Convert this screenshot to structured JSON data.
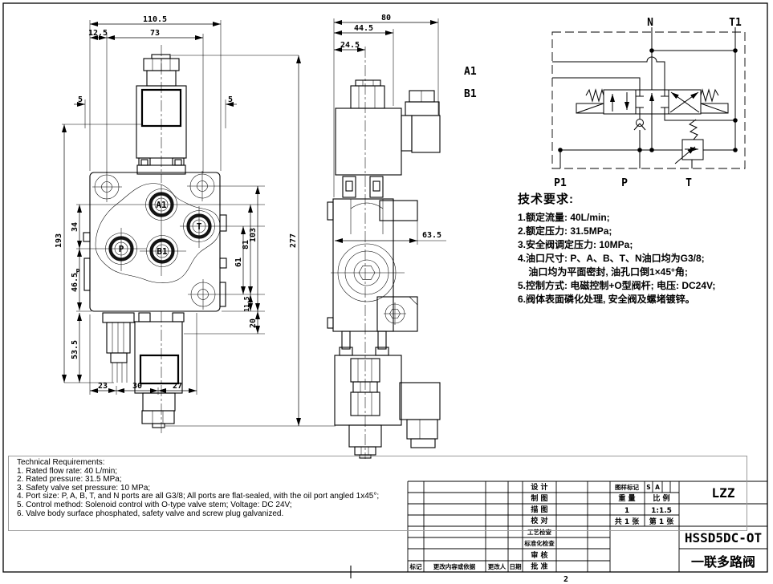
{
  "drawing": {
    "front_dims": {
      "overall_w": "110.5",
      "hole_offset": "12.5",
      "hole_span": "73",
      "gap_left": "5",
      "gap_right": "5",
      "d34": "34",
      "d193": "193",
      "d46_5": "46.5",
      "d53_5": "53.5",
      "d23": "23",
      "d30": "30",
      "d27": "27",
      "d61": "61",
      "d81": "81",
      "d103": "103",
      "d11_5": "11.5",
      "d20": "20"
    },
    "front_ports": {
      "a1": "A1",
      "t": "T",
      "p": "P",
      "b1": "B1",
      "p_side": "P"
    },
    "side_dims": {
      "d80": "80",
      "d44_5": "44.5",
      "d24_5": "24.5",
      "d277": "277",
      "d63_5": "63.5"
    },
    "work_ports": {
      "a1": "A1",
      "b1": "B1"
    },
    "schematic": {
      "n": "N",
      "t1": "T1",
      "p1": "P1",
      "p": "P",
      "t": "T"
    }
  },
  "tech_cn": {
    "title": "技术要求:",
    "lines": [
      "1.额定流量: 40L/min;",
      "2.额定压力: 31.5MPa;",
      "3.安全阀调定压力: 10MPa;",
      "4.油口尺寸: P、A、B、T、N油口均为G3/8;",
      "    油口均为平面密封, 油孔口倒1×45°角;",
      "5.控制方式: 电磁控制+O型阀杆; 电压: DC24V;",
      "6.阀体表面磷化处理, 安全阀及螺堵镀锌。"
    ]
  },
  "tech_en": {
    "title": "Technical Requirements:",
    "lines": [
      "1. Rated flow rate: 40 L/min;",
      "2. Rated pressure: 31.5 MPa;",
      "3. Safety valve set pressure: 10 MPa;",
      "4. Port size: P, A, B, T, and N ports are all G3/8; All ports are flat-sealed, with the oil port angled 1x45°;",
      "5. Control method: Solenoid control with O-type valve stem; Voltage: DC 24V;",
      "6. Valve body surface phosphated, safety valve and screw plug galvanized."
    ]
  },
  "title_block": {
    "rows": [
      "设  计",
      "制  图",
      "描  图",
      "校  对",
      "工艺检查",
      "标准化检查",
      "审  核",
      "批  准"
    ],
    "bottom": {
      "mark": "标记",
      "change": "更改内容或依据",
      "changer": "更改人",
      "date": "日期"
    },
    "mark_label": "图样标记",
    "mark_s": "S",
    "mark_a": "A",
    "weight_label": "重  量",
    "scale_label": "比  例",
    "weight": "1",
    "scale": "1:1.5",
    "total": "共 1 张",
    "sheet": "第 1 张",
    "company": "LZZ",
    "model": "HSSD5DC-OT",
    "name": "一联多路阀",
    "page_num": "2"
  }
}
